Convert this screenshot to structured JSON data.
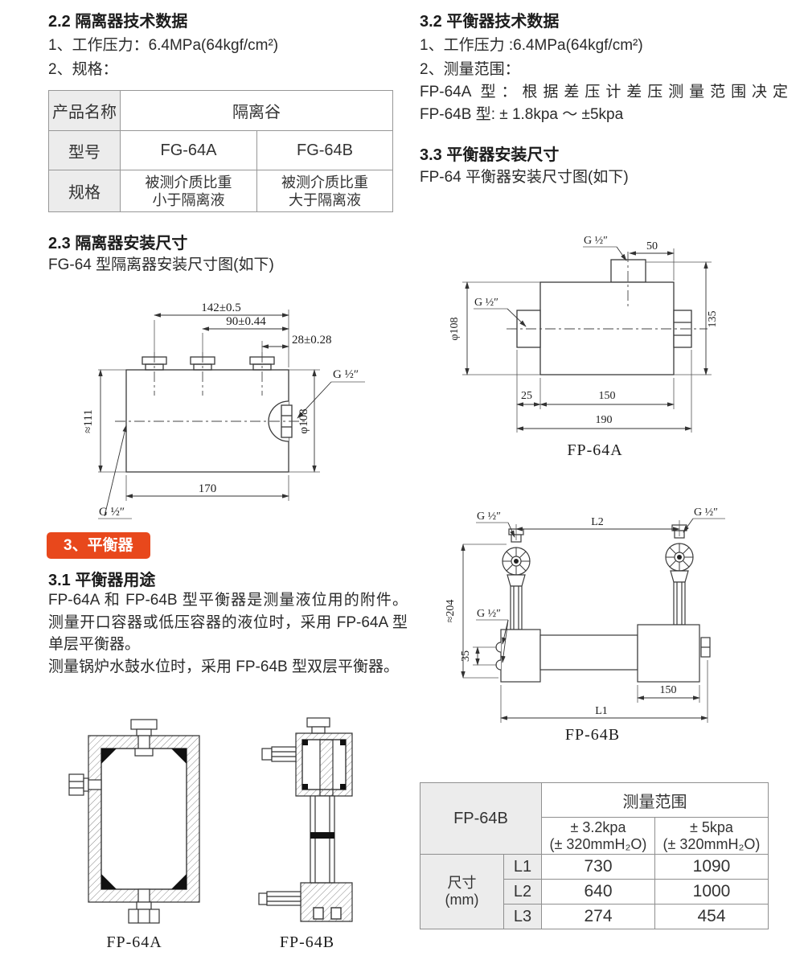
{
  "colors": {
    "accent": "#e8481c",
    "table_gray": "#ececec",
    "border_gray": "#979797"
  },
  "left": {
    "s22": {
      "heading": "2.2 隔离器技术数据",
      "line1": "1、工作压力：6.4MPa(64kgf/cm²)",
      "line2": "2、规格："
    },
    "spec_table": {
      "product_label": "产品名称",
      "product_value": "隔离谷",
      "model_label": "型号",
      "model_a": "FG-64A",
      "model_b": "FG-64B",
      "spec_label": "规格",
      "spec_a_l1": "被测介质比重",
      "spec_a_l2": "小于隔离液",
      "spec_b_l1": "被测介质比重",
      "spec_b_l2": "大于隔离液"
    },
    "s23": {
      "heading": "2.3 隔离器安装尺寸",
      "sub": "FG-64 型隔离器安装尺寸图(如下)"
    },
    "fg64": {
      "d142": "142±0.5",
      "d90": "90±0.44",
      "d28": "28±0.28",
      "g_top": "G ½″",
      "g_bottom": "G ½″",
      "h111": "≈111",
      "dia108": "φ108",
      "d170": "170"
    },
    "badge3": "3、平衡器",
    "s31": {
      "heading": "3.1 平衡器用途",
      "p1": "FP-64A 和 FP-64B 型平衡器是测量液位用的附件。测量开口容器或低压容器的液位时，采用 FP-64A 型单层平衡器。",
      "p2": "测量锅炉水鼓水位时，采用 FP-64B 型双层平衡器。"
    },
    "captions": {
      "a": "FP-64A",
      "b": "FP-64B"
    }
  },
  "right": {
    "s32": {
      "heading": "3.2 平衡器技术数据",
      "line1": "1、工作压力 :6.4MPa(64kgf/cm²)",
      "line2": "2、测量范围：",
      "line3": "FP-64A 型：根据差压计差压测量范围决定",
      "line4": "FP-64B 型: ± 1.8kpa ～ ±5kpa"
    },
    "s33": {
      "heading": "3.3 平衡器安装尺寸",
      "sub": "FP-64 平衡器安装尺寸图(如下)"
    },
    "fp64a": {
      "caption": "FP-64A",
      "g_top": "G ½″",
      "d50": "50",
      "g_left": "G ½″",
      "dia108": "φ108",
      "d135": "135",
      "d25": "25",
      "d150": "150",
      "d190": "190"
    },
    "fp64b": {
      "caption": "FP-64B",
      "g_tl": "G ½″",
      "g_tr": "G ½″",
      "l2": "L2",
      "h204": "≈204",
      "g_ml": "G ½″",
      "d35": "35",
      "d150": "150",
      "l1": "L1"
    },
    "size_table": {
      "corner": "FP-64B",
      "range_header": "测量范围",
      "c1a": "± 3.2kpa",
      "c1b": "(± 320mmH₂O)",
      "c2a": "± 5kpa",
      "c2b": "(± 320mmH₂O)",
      "dim_a": "尺寸",
      "dim_b": "(mm)",
      "rows": [
        {
          "label": "L1",
          "v1": "730",
          "v2": "1090"
        },
        {
          "label": "L2",
          "v1": "640",
          "v2": "1000"
        },
        {
          "label": "L3",
          "v1": "274",
          "v2": "454"
        }
      ]
    }
  }
}
